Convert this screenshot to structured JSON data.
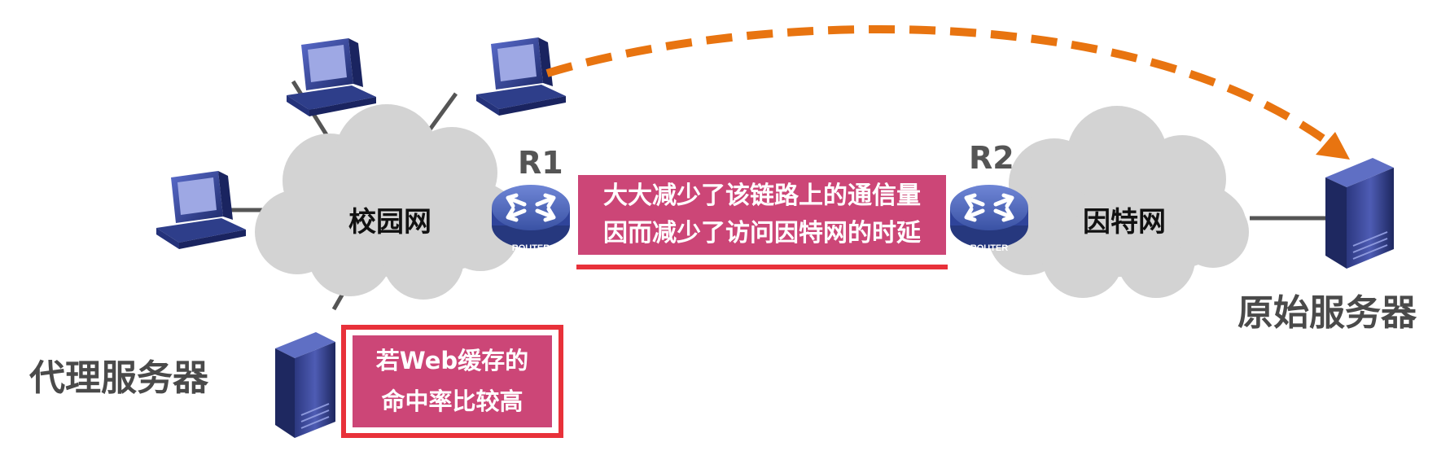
{
  "labels": {
    "campus_network": "校园网",
    "internet": "因特网",
    "r1": "R1",
    "r2": "R2",
    "router_text": "ROUTER",
    "proxy_server": "代理服务器",
    "origin_server": "原始服务器"
  },
  "callouts": {
    "link_line1": "大大减少了该链路上的通信量",
    "link_line2": "因而减少了访问因特网的时延",
    "hit_line1": "若Web缓存的",
    "hit_line2": "命中率比较高"
  },
  "colors": {
    "cloud": "#d3d3d3",
    "callout_fill": "#cc4677",
    "highlight_red": "#e8313a",
    "arrow_orange": "#e87410",
    "link": "#555555",
    "router": "#3c58a8",
    "computer": "#2d3f8c"
  }
}
